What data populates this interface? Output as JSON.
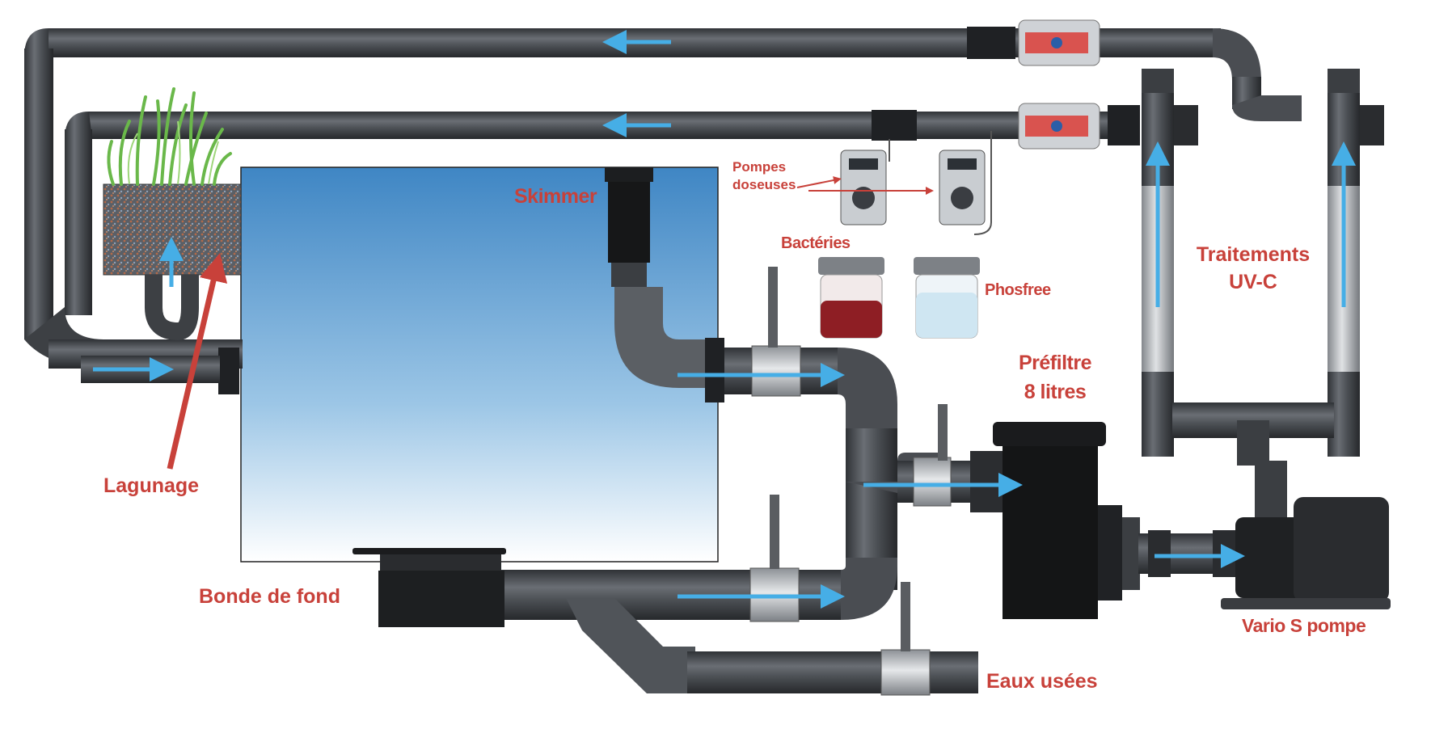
{
  "labels": {
    "skimmer": "Skimmer",
    "pompes": "Pompes",
    "doseuses": "doseuses",
    "bacteries": "Bactéries",
    "phosfree": "Phosfree",
    "traitements": "Traitements",
    "uvc": "UV-C",
    "prefiltre": "Préfiltre",
    "prefiltre_volume": "8 litres",
    "lagunage": "Lagunage",
    "bonde": "Bonde de fond",
    "eaux_usees": "Eaux usées",
    "vario": "Vario S pompe"
  },
  "colors": {
    "label_red": "#c8413a",
    "flow_arrow": "#46aee6",
    "pipe_dark": "#4a4d52",
    "water_top": "#3f86c4",
    "valve_red": "#d9534f"
  },
  "icons": {
    "flow": "flow-arrow-icon",
    "valve": "ball-valve-icon",
    "dosing_pump": "dosing-pump-icon"
  }
}
